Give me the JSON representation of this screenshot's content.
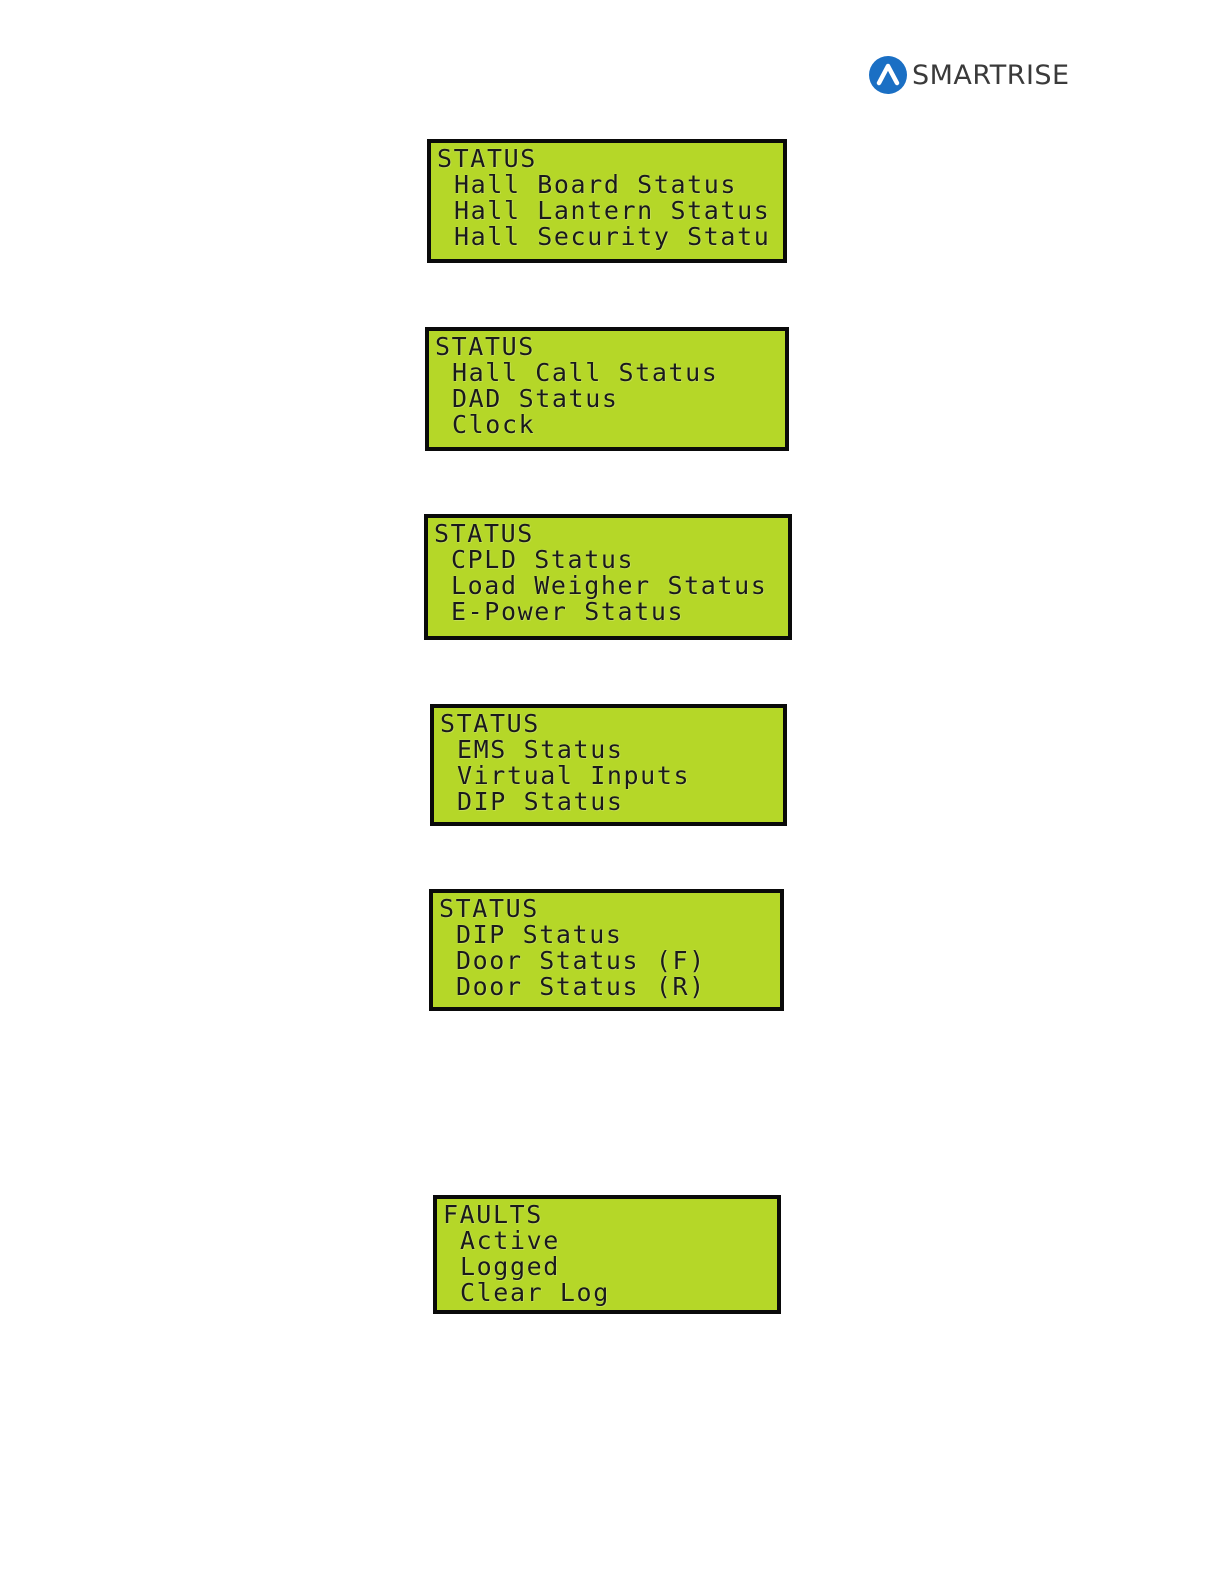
{
  "header": {
    "brand": "SMARTRISE",
    "brand_color": "#1a6fc4"
  },
  "screens": [
    {
      "title": "STATUS",
      "items": [
        "Hall Board Status",
        "Hall Lantern Status",
        "Hall Security Statu"
      ]
    },
    {
      "title": "STATUS",
      "items": [
        "Hall Call Status",
        "DAD Status",
        "Clock"
      ]
    },
    {
      "title": "STATUS",
      "items": [
        "CPLD Status",
        "Load Weigher Status",
        "E-Power Status"
      ]
    },
    {
      "title": "STATUS",
      "items": [
        "EMS Status",
        "Virtual Inputs",
        "DIP Status"
      ]
    },
    {
      "title": "STATUS",
      "items": [
        "DIP Status",
        "Door Status (F)",
        "Door Status (R)"
      ]
    },
    {
      "title": "FAULTS",
      "items": [
        "Active",
        "Logged",
        "Clear Log"
      ]
    }
  ],
  "lcd_colors": {
    "background": "#b5d728",
    "border": "#0a0a0a",
    "text": "#1a1a1a"
  }
}
